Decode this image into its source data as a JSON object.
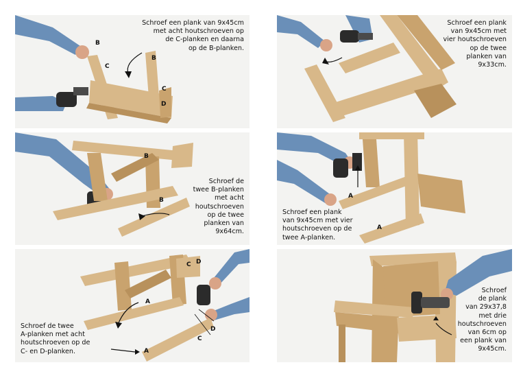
{
  "steps": [
    {
      "caption": "Schroef een plank van 9x45cm\nmet acht houtschroeven op\nde C-planken en daarna\nop de B-planken.",
      "labels": [
        "B",
        "C",
        "B",
        "C",
        "D"
      ]
    },
    {
      "caption": "Schroef een plank\nvan 9x45cm met\nvier houtschroeven\nop de twee\nplanken van\n9x33cm.",
      "labels": []
    },
    {
      "caption": "Schroef de\ntwee B-planken\nmet acht\nhoutschroeven\nop de twee\nplanken van\n9x64cm.",
      "labels": [
        "B",
        "B"
      ]
    },
    {
      "caption": "Schroef een plank\nvan 9x45cm met vier\nhoutschroeven op de\ntwee A-planken.",
      "labels": [
        "A",
        "A"
      ]
    },
    {
      "caption": "Schroef de twee\nA-planken met acht\nhoutschroeven op de\nC- en D-planken.",
      "labels": [
        "C",
        "D",
        "A",
        "C",
        "D",
        "A"
      ]
    },
    {
      "caption": "Schroef\nde plank\nvan 29x37,8\nmet drie\nhoutschroeven\nvan 6cm op\neen plank van\n9x45cm.",
      "labels": []
    }
  ],
  "colors": {
    "wood": "#d8b889",
    "wood_dark": "#b8915c",
    "sleeve": "#6a8fb8",
    "skin": "#d9a487",
    "drill": "#2b2b2b",
    "drill_accent": "#4a4a4a"
  }
}
